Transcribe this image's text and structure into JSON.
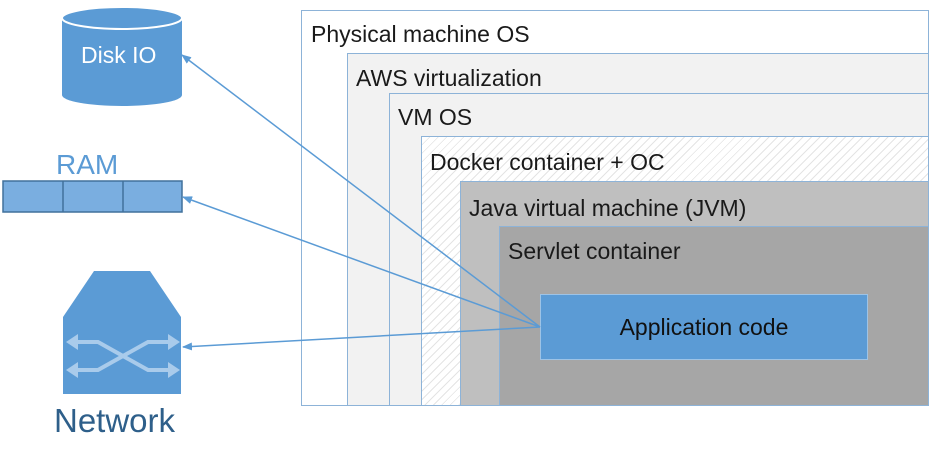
{
  "layers": {
    "physical": "Physical machine OS",
    "aws": "AWS virtualization",
    "vm": "VM OS",
    "docker": "Docker container + OC",
    "jvm": "Java virtual machine (JVM)",
    "servlet": "Servlet container"
  },
  "app_code": "Application code",
  "resources": {
    "disk": "Disk IO",
    "ram": "RAM",
    "network": "Network"
  },
  "colors": {
    "accent": "#5b9bd5",
    "arrow": "#5b9bd5",
    "jvm_fill": "#bfbfbf",
    "servlet_fill": "#a6a6a6",
    "aws_fill": "#f2f2f2",
    "network_label": "#2e5f8a"
  }
}
